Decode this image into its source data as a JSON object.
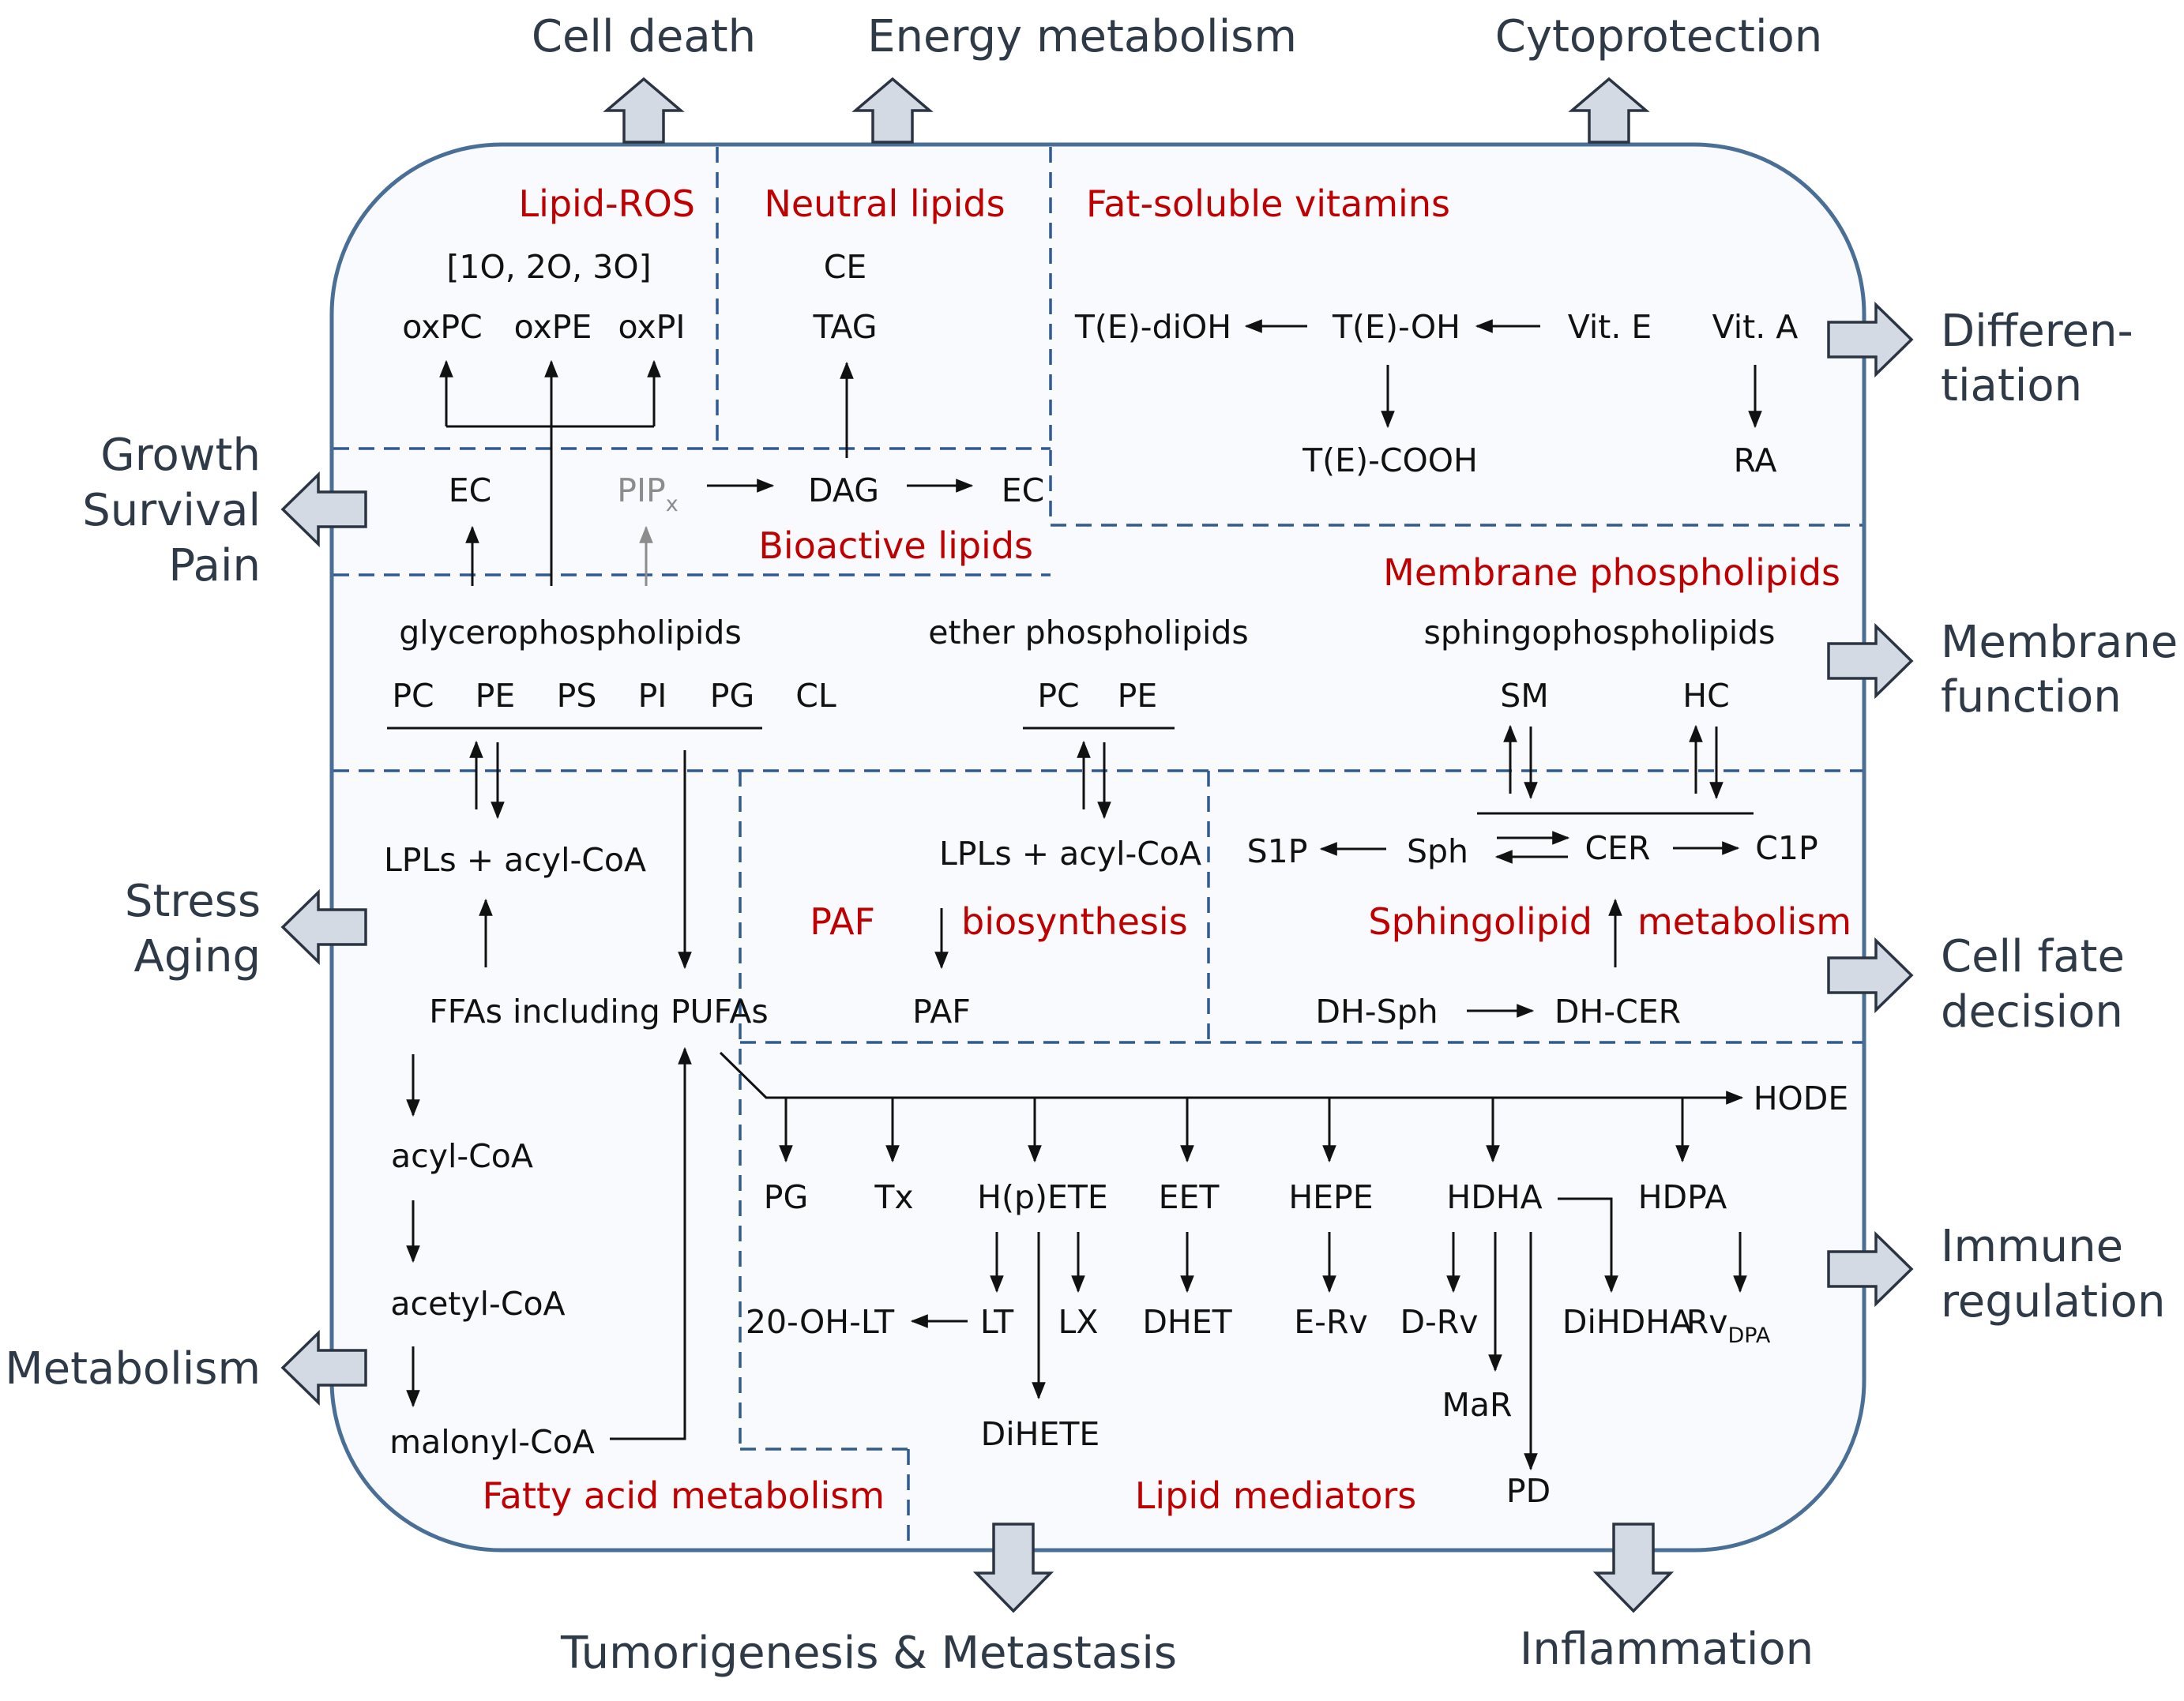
{
  "outcomes": {
    "cell_death": "Cell death",
    "energy_metabolism": "Energy metabolism",
    "cytoprotection": "Cytoprotection",
    "differentiation_1": "Differen-",
    "differentiation_2": "tiation",
    "growth": "Growth",
    "survival": "Survival",
    "pain": "Pain",
    "membrane_1": "Membrane",
    "membrane_2": "function",
    "stress": "Stress",
    "aging": "Aging",
    "cell_fate_1": "Cell fate",
    "cell_fate_2": "decision",
    "immune_1": "Immune",
    "immune_2": "regulation",
    "metabolism": "Metabolism",
    "tumorigenesis": "Tumorigenesis & Metastasis",
    "inflammation": "Inflammation"
  },
  "sections": {
    "lipid_ros": "Lipid-ROS",
    "neutral_lipids": "Neutral lipids",
    "fat_soluble_vitamins": "Fat-soluble vitamins",
    "bioactive_lipids": "Bioactive lipids",
    "membrane_phospholipids": "Membrane phospholipids",
    "paf": "PAF",
    "biosynthesis": "biosynthesis",
    "sphingolipid": "Sphingolipid",
    "metabolism": "metabolism",
    "fatty_acid_metabolism": "Fatty acid metabolism",
    "lipid_mediators": "Lipid mediators"
  },
  "ros": {
    "oxidation_states": "[1O, 2O, 3O]",
    "oxpc": "oxPC",
    "oxpe": "oxPE",
    "oxpi": "oxPI"
  },
  "neutral": {
    "ce": "CE",
    "tag": "TAG"
  },
  "vitamins": {
    "t_diol": "T(E)-diOH",
    "t_oh": "T(E)-OH",
    "vit_e": "Vit. E",
    "vit_a": "Vit. A",
    "t_cooh": "T(E)-COOH",
    "ra": "RA"
  },
  "bioactive": {
    "ec_left": "EC",
    "pip": "PIP",
    "pip_sub": "x",
    "dag": "DAG",
    "ec_right": "EC"
  },
  "phospholipids": {
    "glycero": "glycerophospholipids",
    "ether": "ether phospholipids",
    "sphingo": "sphingophospholipids",
    "pc": "PC",
    "pe": "PE",
    "ps": "PS",
    "pi": "PI",
    "pg": "PG",
    "cl": "CL",
    "ether_pc": "PC",
    "ether_pe": "PE",
    "sm": "SM",
    "hc": "HC"
  },
  "fatty_acid": {
    "lpls": "LPLs + acyl-CoA",
    "ffas": "FFAs including PUFAs",
    "acyl_coa": "acyl-CoA",
    "acetyl_coa": "acetyl-CoA",
    "malonyl_coa": "malonyl-CoA"
  },
  "paf_block": {
    "lpls": "LPLs + acyl-CoA",
    "paf": "PAF"
  },
  "sphingo_block": {
    "s1p": "S1P",
    "sph": "Sph",
    "cer": "CER",
    "c1p": "C1P",
    "dh_sph": "DH-Sph",
    "dh_cer": "DH-CER"
  },
  "mediators": {
    "hode": "HODE",
    "pg": "PG",
    "tx": "Tx",
    "hpete": "H(p)ETE",
    "eet": "EET",
    "hepe": "HEPE",
    "hdha": "HDHA",
    "hdpa": "HDPA",
    "oh_lt": "20-OH-LT",
    "lt": "LT",
    "lx": "LX",
    "dhet": "DHET",
    "e_rv": "E-Rv",
    "d_rv": "D-Rv",
    "dihdha": "DiHDHA",
    "rv": "Rv",
    "rv_sub": "DPA",
    "dihete": "DiHETE",
    "mar": "MaR",
    "pd": "PD"
  },
  "colors": {
    "cell_border": "#4a6f96",
    "cell_fill": "#f8fafd",
    "section_text": "#c00000",
    "outcome_text": "#2f3a48",
    "arrow_fill": "#d4dae3",
    "gray": "#8c8c8c"
  }
}
